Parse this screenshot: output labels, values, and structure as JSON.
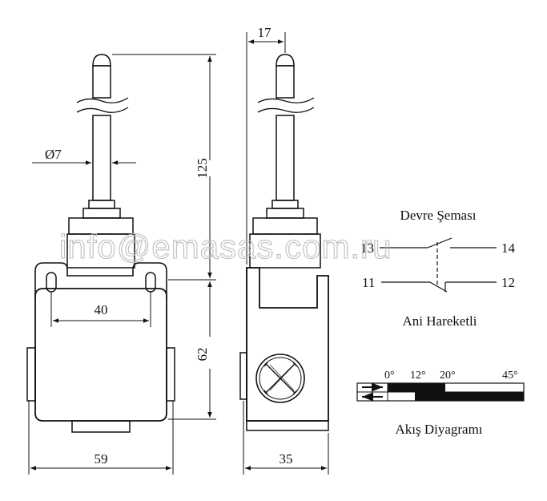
{
  "watermark": "info@emasas.com.ru",
  "front_view": {
    "dimensions": {
      "rod_diameter": "Ø7",
      "height_rod": "125",
      "height_body": "62",
      "hole_spacing": "40",
      "width": "59"
    }
  },
  "side_view": {
    "dimensions": {
      "top_offset": "17",
      "depth": "35"
    }
  },
  "circuit": {
    "title": "Devre Şeması",
    "terminals": [
      "13",
      "14",
      "11",
      "12"
    ],
    "subtitle": "Ani Hareketli"
  },
  "flow": {
    "angles": [
      "0°",
      "12°",
      "20°",
      "45°"
    ],
    "title": "Akış Diyagramı"
  }
}
